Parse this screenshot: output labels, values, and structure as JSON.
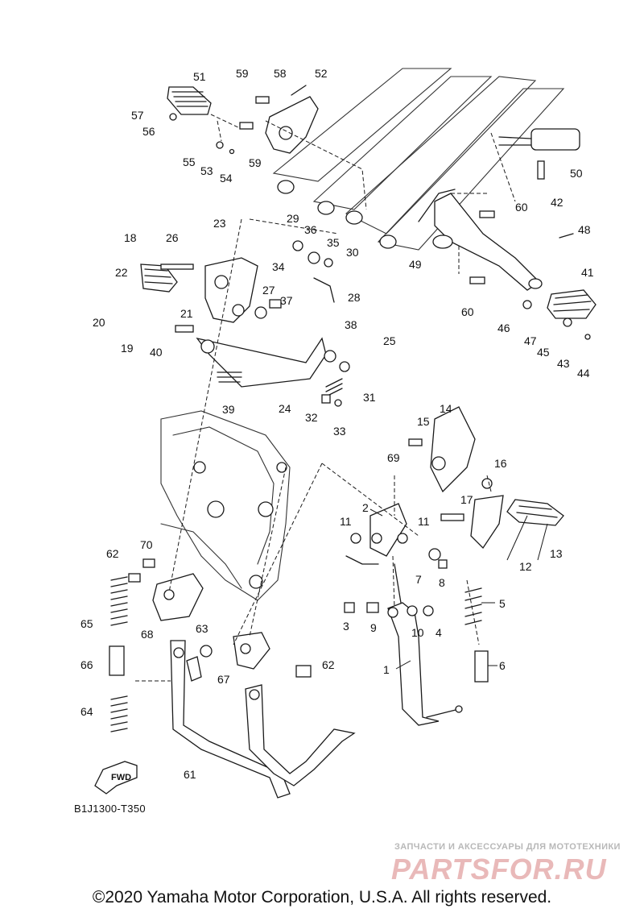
{
  "diagram": {
    "code": "B1J1300-T350",
    "fwd_label": "FWD",
    "callouts": [
      "1",
      "2",
      "3",
      "4",
      "5",
      "6",
      "7",
      "8",
      "9",
      "10",
      "11",
      "11",
      "12",
      "13",
      "14",
      "15",
      "16",
      "17",
      "18",
      "19",
      "20",
      "21",
      "22",
      "23",
      "24",
      "25",
      "26",
      "27",
      "28",
      "29",
      "30",
      "31",
      "32",
      "33",
      "34",
      "35",
      "36",
      "37",
      "38",
      "39",
      "40",
      "41",
      "42",
      "43",
      "44",
      "45",
      "46",
      "47",
      "48",
      "49",
      "50",
      "51",
      "52",
      "53",
      "54",
      "55",
      "56",
      "57",
      "58",
      "59",
      "59",
      "60",
      "60",
      "61",
      "62",
      "62",
      "63",
      "64",
      "65",
      "66",
      "67",
      "68",
      "69",
      "70"
    ]
  },
  "footer": {
    "copyright": "©2020 Yamaha Motor Corporation, U.S.A. All rights reserved."
  },
  "watermark": {
    "tagline": "ЗАПЧАСТИ И АКСЕССУАРЫ ДЛЯ МОТОТЕХНИКИ",
    "logo": "PARTSFOR.RU"
  }
}
